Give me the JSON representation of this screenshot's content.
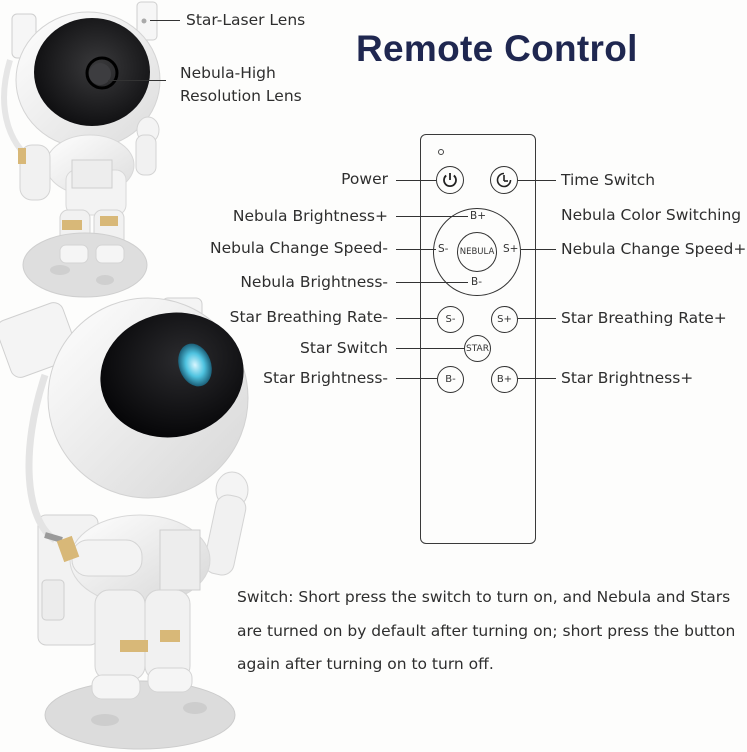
{
  "title": "Remote Control",
  "product_labels": {
    "star_laser_lens": "Star-Laser Lens",
    "nebula_lens_line1": "Nebula-High",
    "nebula_lens_line2": "Resolution Lens"
  },
  "remote": {
    "indicator": "o",
    "buttons": {
      "power": "power-icon",
      "timer": "timer-icon",
      "nebula_b_plus": "B+",
      "nebula_b_minus": "B-",
      "nebula_s_minus": "S-",
      "nebula_s_plus": "S+",
      "nebula_center": "NEBULA",
      "star_s_minus": "S-",
      "star_s_plus": "S+",
      "star_center": "STAR",
      "star_b_minus": "B-",
      "star_b_plus": "B+"
    }
  },
  "labels_left": {
    "power": "Power",
    "nebula_brightness_plus": "Nebula Brightness+",
    "nebula_change_speed_minus": "Nebula Change Speed-",
    "nebula_brightness_minus": "Nebula Brightness-",
    "star_breathing_rate_minus": "Star Breathing Rate-",
    "star_switch": "Star Switch",
    "star_brightness_minus": "Star Brightness-"
  },
  "labels_right": {
    "time_switch": "Time Switch",
    "nebula_color_switching": "Nebula Color Switching",
    "nebula_change_speed_plus": "Nebula Change Speed+",
    "star_breathing_rate_plus": "Star Breathing Rate+",
    "star_brightness_plus": "Star Brightness+"
  },
  "description": "Switch: Short press the switch to turn on, and Nebula and Stars are turned on by default after turning on; short press the button again after turning on to turn off.",
  "colors": {
    "title": "#1f2750",
    "text": "#2e2e2e",
    "background": "#fdfdfc",
    "gold_accent": "#d8b878",
    "lens_cyan": "#4fc3e0"
  }
}
